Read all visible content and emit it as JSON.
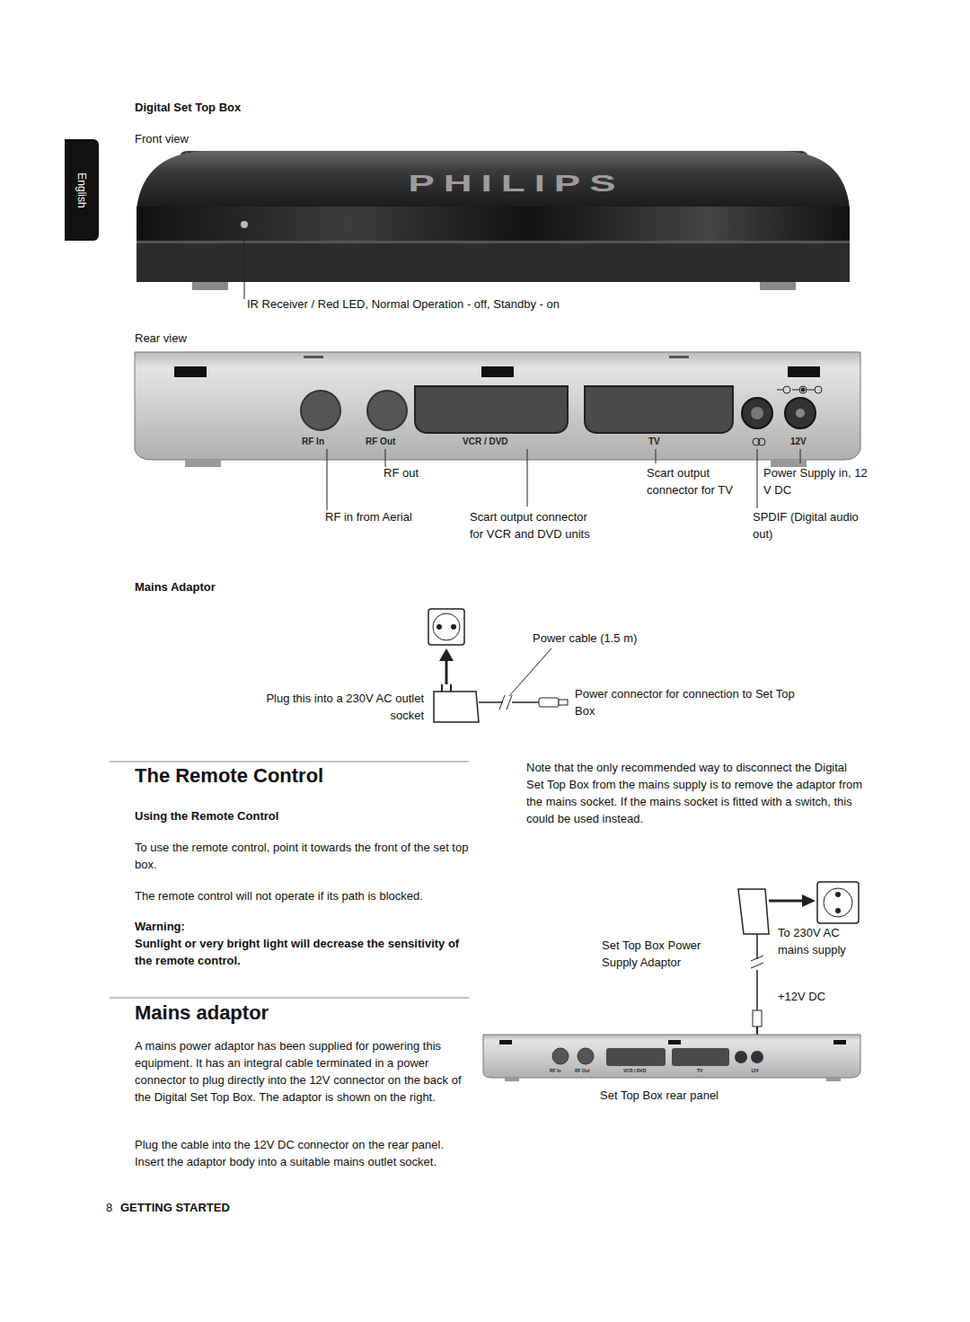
{
  "diagram": {
    "nodes": [
      {
        "text": [
          "English"
        ]
      }
    ],
    "labels": [
      "Digital Set Top Box",
      "Front view",
      "PHILIPS",
      "IR Receiver / Red LED,  Normal Operation - off, Standby - on",
      "Rear view",
      "RF In",
      "RF Out",
      "VCR / DVD",
      "TV",
      "12V",
      "RF out",
      "Scart output connector for TV",
      "Power Supply in, 12 V DC",
      "RF in from Aerial",
      "Scart output connector for VCR and DVD units",
      "SPDIF (Digital audio out)",
      "Mains Adaptor",
      "Power cable (1.5 m)",
      "Plug this into a 230V AC outlet socket",
      "Power connector for connection to Set Top Box",
      "The Remote Control",
      "Using the Remote Control",
      "To use the remote control, point it towards the front of the set top box.",
      "The remote control will not operate if its path is blocked.",
      "Warning:",
      "Sunlight or very bright light will decrease the sensitivity of the remote control.",
      "Mains adaptor",
      "A mains power adaptor has been supplied for powering this equipment. It has an integral cable terminated in a power connector to plug directly into the 12V connector on the back of the Digital Set Top Box. The adaptor is shown on the right.",
      "Plug the cable into the 12V DC connector on the rear panel. Insert the adaptor body into a suitable mains outlet socket.",
      "Note that the only recommended way to disconnect the Digital Set Top Box from the mains supply is to remove the adaptor from the mains socket. If the mains socket is fitted with a switch, this could be used instead.",
      "Set Top Box Power Supply Adaptor",
      "To 230V AC mains supply",
      "+12V DC",
      "RF In",
      "RF Out",
      "VCR / DVD",
      "TV",
      "12V",
      "Set Top Box rear panel",
      "8",
      "GETTING STARTED"
    ]
  }
}
